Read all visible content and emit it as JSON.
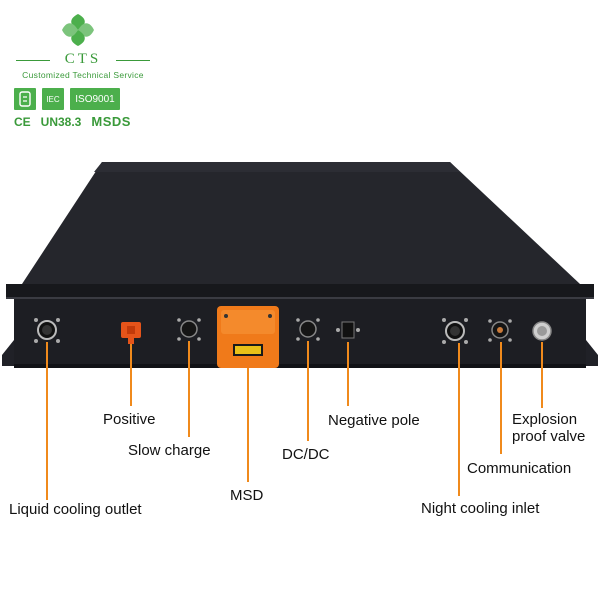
{
  "branding": {
    "logo_text": "CTS",
    "logo_subtitle": "Customized Technical Service",
    "certifications": [
      "IEC",
      "ISO9001"
    ],
    "cert_row2": {
      "ce": "CE",
      "un": "UN38.3",
      "msds": "MSDS"
    }
  },
  "labels": {
    "positive": "Positive",
    "slow_charge": "Slow charge",
    "msd": "MSD",
    "dc_dc": "DC/DC",
    "negative_pole": "Negative pole",
    "explosion_valve_line1": "Explosion",
    "explosion_valve_line2": "proof valve",
    "communication": "Communication",
    "night_cooling_inlet": "Night cooling inlet",
    "liquid_cooling_outlet": "Liquid cooling outlet"
  },
  "colors": {
    "brand_green": "#3a9a3a",
    "leader_orange": "#f08a1c",
    "msd_orange": "#f07a1a",
    "battery_body": "#1c1d22"
  }
}
